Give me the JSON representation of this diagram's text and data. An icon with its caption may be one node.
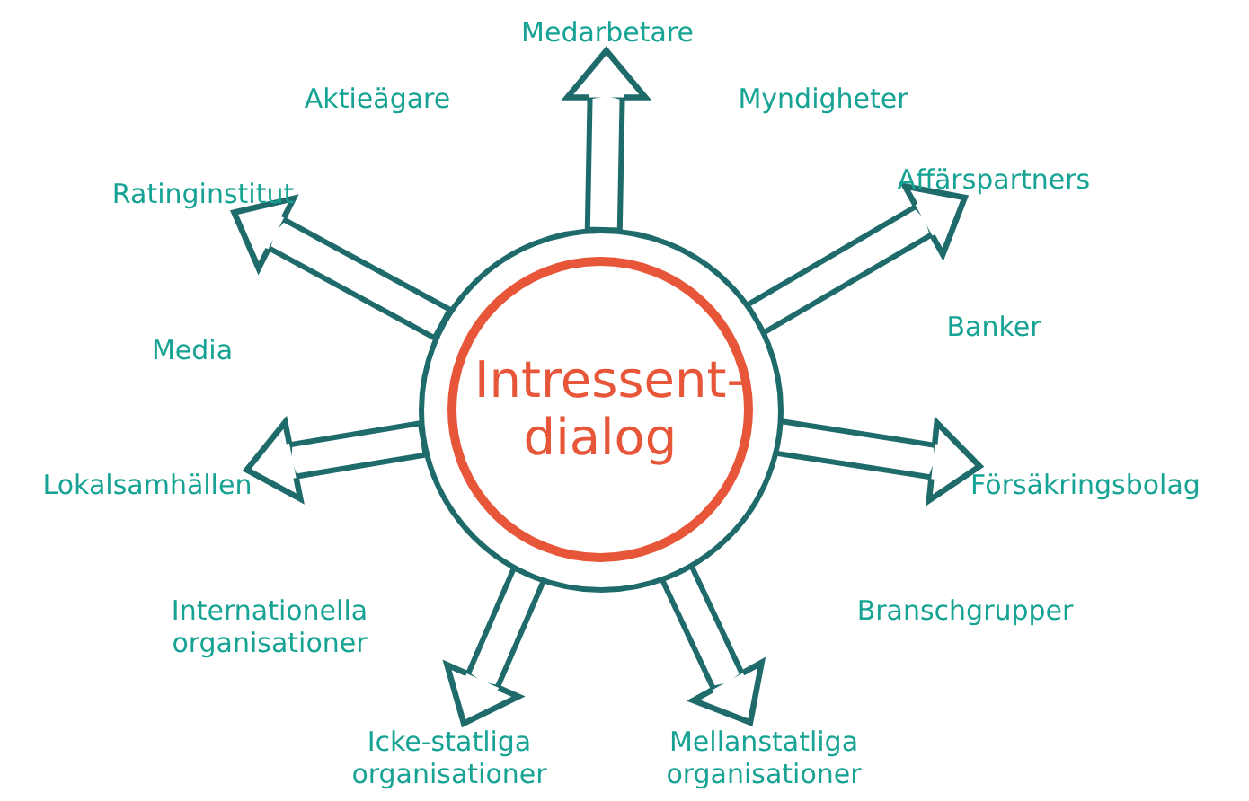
{
  "diagram": {
    "nodes": [
      {
        "text": [
          "Intressent-dialog"
        ]
      },
      {
        "text": [
          "Medarbetare"
        ]
      },
      {
        "text": [
          "Aktieägare"
        ]
      },
      {
        "text": [
          "Myndigheter"
        ]
      },
      {
        "text": [
          "Ratinginstitut"
        ]
      },
      {
        "text": [
          "Affärspartners"
        ]
      },
      {
        "text": [
          "Banker"
        ]
      },
      {
        "text": [
          "Media"
        ]
      },
      {
        "text": [
          "Lokalsamhällen"
        ]
      },
      {
        "text": [
          "Försäkringsbolag"
        ]
      },
      {
        "text": [
          "Internationella organisationer"
        ]
      },
      {
        "text": [
          "Branschgrupper"
        ]
      },
      {
        "text": [
          "Icke-statliga organisationer"
        ]
      },
      {
        "text": [
          "Mellanstatliga organisationer"
        ]
      }
    ],
    "edges": [
      {
        "from": 0,
        "to": 1,
        "arrow": "to"
      },
      {
        "from": 0,
        "to": 5,
        "arrow": "to"
      },
      {
        "from": 0,
        "to": 9,
        "arrow": "to"
      },
      {
        "from": 0,
        "to": 13,
        "arrow": "to"
      },
      {
        "from": 0,
        "to": 12,
        "arrow": "to"
      },
      {
        "from": 0,
        "to": 8,
        "arrow": "to"
      },
      {
        "from": 0,
        "to": 4,
        "arrow": "to"
      }
    ]
  }
}
